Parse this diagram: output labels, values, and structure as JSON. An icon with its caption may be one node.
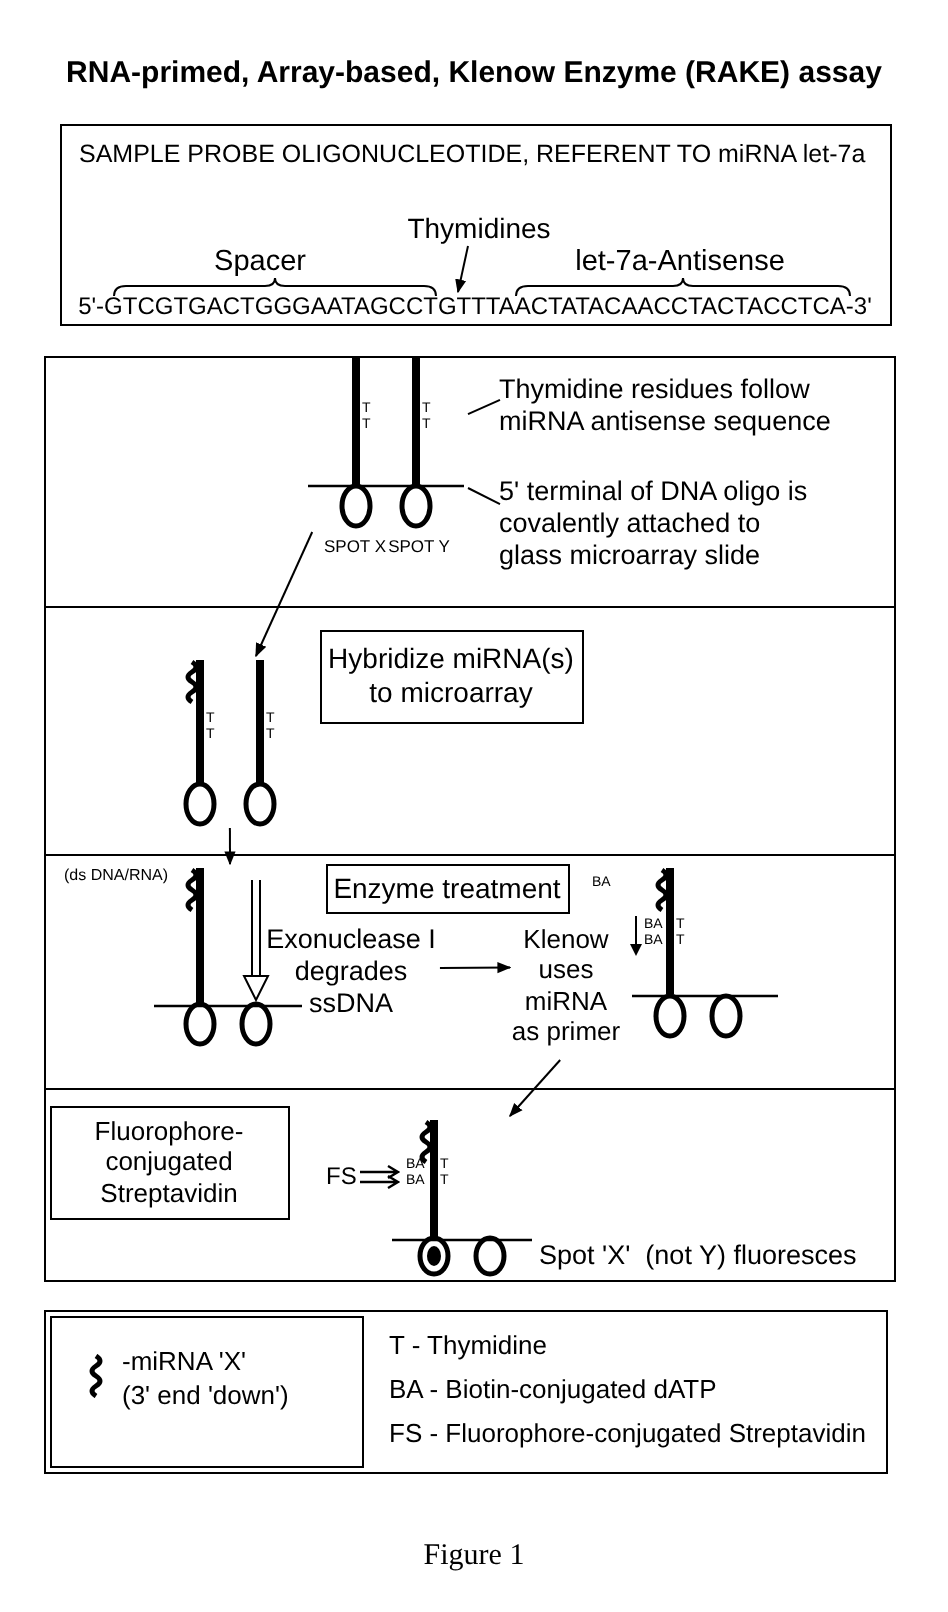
{
  "diagram": {
    "title": "RNA-primed, Array-based, Klenow Enzyme (RAKE) assay",
    "caption": "Figure 1",
    "nodes": [
      {
        "text": [
          "SAMPLE PROBE OLIGONUCLEOTIDE, REFERENT TO miRNA let-7a"
        ]
      },
      {
        "text": [
          "Thymidines"
        ],
        "in": 0
      },
      {
        "text": [],
        "shape": "box"
      },
      {
        "text": [],
        "shape": "picture",
        "in": 2,
        "beside": [
          "SPOT X",
          "SPOT Y"
        ]
      },
      {
        "text": [
          "Thymidine residues follow miRNA antisense sequence"
        ],
        "in": 2
      },
      {
        "text": [
          "5' terminal of DNA oligo is covalently attached to glass microarray slide"
        ],
        "in": 2
      },
      {
        "text": [],
        "shape": "box"
      },
      {
        "text": [],
        "shape": "picture",
        "in": 6
      },
      {
        "text": [
          "Hybridize miRNA(s) to microarray"
        ],
        "in": 6
      },
      {
        "text": [],
        "shape": "box"
      },
      {
        "text": [],
        "shape": "picture",
        "in": 9
      },
      {
        "text": [
          "Enzyme treatment"
        ],
        "in": 9
      },
      {
        "text": [
          "Exonuclease I degrades ssDNA"
        ],
        "in": 9
      },
      {
        "text": [
          "Klenow uses miRNA as primer"
        ],
        "in": 9
      },
      {
        "text": [],
        "shape": "picture",
        "in": 9
      },
      {
        "text": [],
        "shape": "box"
      },
      {
        "text": [
          "Fluorophore- conjugated Streptavidin"
        ],
        "in": 15
      },
      {
        "text": [],
        "shape": "picture",
        "in": 15,
        "beside": [
          "Spot 'X'  (not Y) fluoresces"
        ]
      },
      {
        "text": [
          "T - Thymidine",
          "BA - Biotin-conjugated dATP",
          "FS - Fluorophore-conjugated Streptavidin"
        ]
      },
      {
        "text": [
          "-miRNA 'X'",
          "(3' end 'down')"
        ],
        "in": 18
      },
      {
        "text": [
          "5'-GTCGTGACTGGGAATAGCCTGTTTAACTATACAACCTACTACCTCA-3'"
        ],
        "in": 0
      }
    ],
    "edges": [
      {
        "from": 1,
        "to": 20,
        "arrow": "to"
      },
      {
        "from": 4,
        "to": 3,
        "arrow": "none"
      },
      {
        "from": 5,
        "to": 3,
        "arrow": "none"
      },
      {
        "from": 3,
        "to": 7,
        "arrow": "to"
      },
      {
        "from": 7,
        "to": 10,
        "arrow": "to"
      },
      {
        "from": 12,
        "to": 13,
        "arrow": "to"
      },
      {
        "from": 13,
        "to": 17,
        "arrow": "to"
      }
    ],
    "labels": [
      "Spacer",
      "let-7a-Antisense",
      "T",
      "T",
      "T",
      "T",
      "T",
      "T",
      "T",
      "T",
      "(ds DNA/RNA)",
      "BA",
      "BA",
      "T",
      "BA",
      "T",
      "FS",
      "BA",
      "T",
      "BA",
      "T"
    ]
  }
}
